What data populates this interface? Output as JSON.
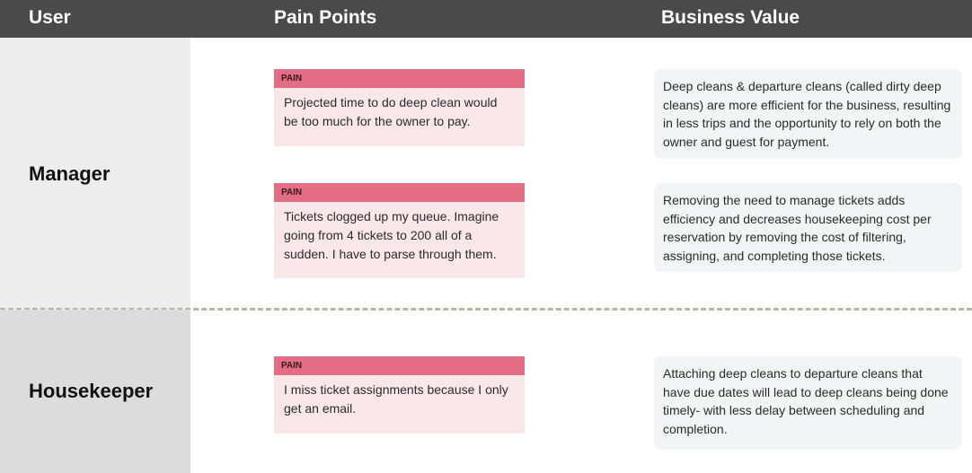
{
  "header": {
    "user": "User",
    "pain_points": "Pain Points",
    "business_value": "Business Value"
  },
  "rows": [
    {
      "user": "Manager",
      "pains": [
        {
          "tag": "PAIN",
          "text": "Projected time to do deep clean would be too much for the owner to pay."
        },
        {
          "tag": "PAIN",
          "text": "Tickets clogged up my queue. Imagine going from 4 tickets to 200 all of a sudden. I have to parse through them."
        }
      ],
      "values": [
        {
          "text": "Deep cleans & departure cleans (called dirty deep cleans) are more efficient for the business, resulting in less trips and the opportunity to rely on both the owner and guest for payment."
        },
        {
          "text": "Removing the need to manage tickets adds efficiency and decreases housekeeping cost per reservation by removing the cost of filtering, assigning, and completing those tickets."
        }
      ]
    },
    {
      "user": "Housekeeper",
      "pains": [
        {
          "tag": "PAIN",
          "text": "I miss ticket assignments because I only get an email."
        }
      ],
      "values": [
        {
          "text": "Attaching deep cleans to departure cleans that have due dates will lead to deep cleans being done timely- with less delay between scheduling and completion."
        }
      ]
    }
  ]
}
